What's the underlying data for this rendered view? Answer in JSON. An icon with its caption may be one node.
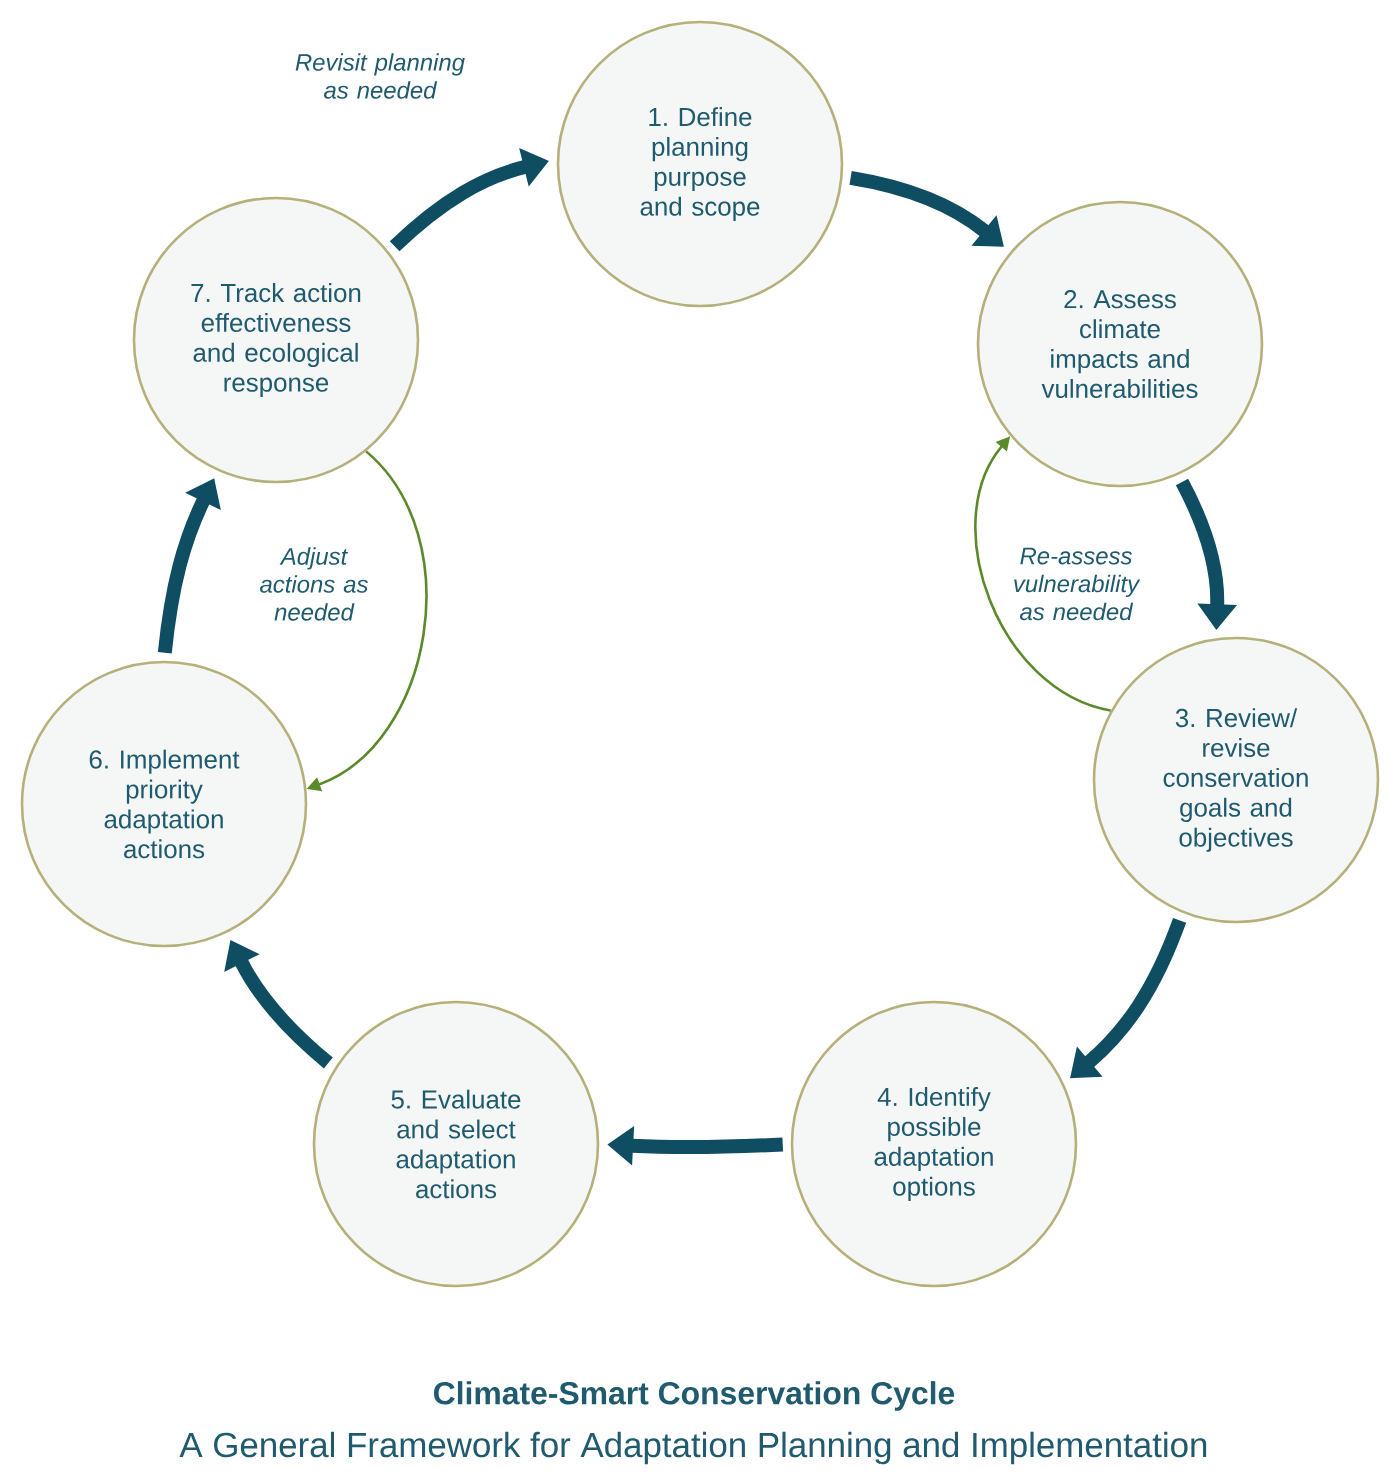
{
  "diagram": {
    "title": "Climate-Smart Conservation Cycle",
    "caption": "A General Framework for Adaptation Planning and Implementation",
    "nodes": [
      {
        "text": [
          "1. Define planning purpose and scope"
        ]
      },
      {
        "text": [
          "2. Assess climate impacts and vulnerabilities"
        ]
      },
      {
        "text": [
          "3. Review/ revise conservation goals and objectives"
        ]
      },
      {
        "text": [
          "4. Identify possible adaptation options"
        ]
      },
      {
        "text": [
          "5. Evaluate and select adaptation actions"
        ]
      },
      {
        "text": [
          "6. Implement priority adaptation actions"
        ]
      },
      {
        "text": [
          "7. Track action effectiveness and ecological response"
        ]
      }
    ],
    "edges": [
      {
        "from": 0,
        "to": 1,
        "arrow": "to"
      },
      {
        "from": 1,
        "to": 2,
        "arrow": "to"
      },
      {
        "from": 2,
        "to": 3,
        "arrow": "to"
      },
      {
        "from": 3,
        "to": 4,
        "arrow": "to"
      },
      {
        "from": 4,
        "to": 5,
        "arrow": "to"
      },
      {
        "from": 5,
        "to": 6,
        "arrow": "to"
      },
      {
        "from": 6,
        "to": 0,
        "arrow": "to",
        "label": "Revisit planning as needed"
      },
      {
        "from": 6,
        "to": 5,
        "arrow": "to",
        "label": "Adjust actions as needed",
        "color": "#5a8a2a"
      },
      {
        "from": 2,
        "to": 1,
        "arrow": "to",
        "label": "Re-assess vulnerability as needed",
        "color": "#5a8a2a"
      }
    ]
  }
}
